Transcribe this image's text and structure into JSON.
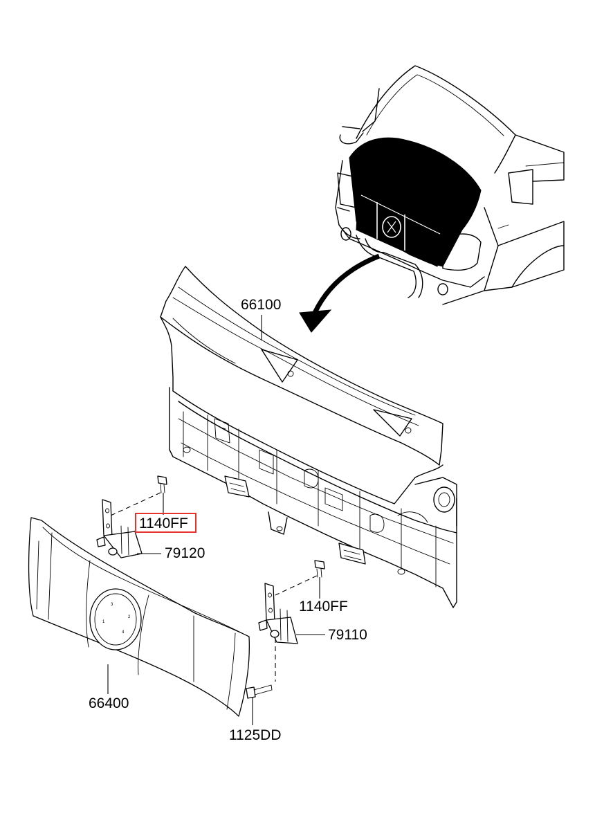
{
  "parts": [
    {
      "id": "hood",
      "code": "66100"
    },
    {
      "id": "bracket-bolt-left",
      "code": "1140FF"
    },
    {
      "id": "hinge-left",
      "code": "79120"
    },
    {
      "id": "bracket-bolt-right",
      "code": "1140FF"
    },
    {
      "id": "hinge-right",
      "code": "79110"
    },
    {
      "id": "grille",
      "code": "66400"
    },
    {
      "id": "hinge-bolt",
      "code": "1125DD"
    }
  ],
  "highlight_color": "#e8322b"
}
